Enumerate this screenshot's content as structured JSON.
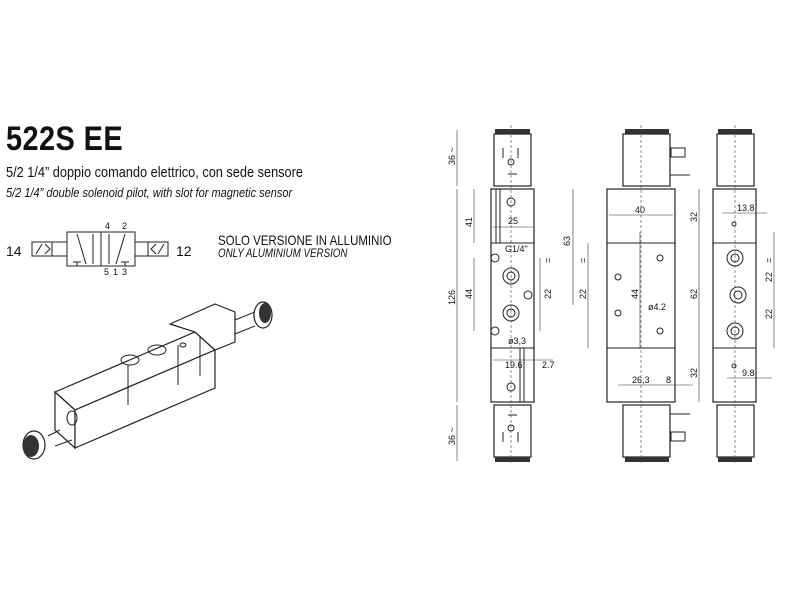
{
  "header": {
    "title": "522S EE",
    "subtitle_it": "5/2 1/4” doppio comando elettrico, con sede sensore",
    "subtitle_en": "5/2 1/4” double solenoid pilot, with slot for magnetic sensor"
  },
  "symbol": {
    "port_left": "14",
    "port_right": "12",
    "top_ports": [
      "4",
      "2"
    ],
    "bottom_ports": [
      "5",
      "1",
      "3"
    ]
  },
  "note": {
    "it": "SOLO VERSIONE IN ALLUMINIO",
    "en": "ONLY ALUMINIUM VERSION"
  },
  "dimensions": {
    "left_view": {
      "coil_top": "36 ~",
      "coil_bottom": "36 ~",
      "total_length": "126",
      "d41": "41",
      "d44": "44",
      "d25": "25",
      "d63": "63",
      "thread": "G1/4\"",
      "d22": "22",
      "hole": "ø3,3",
      "d19_6": "19.6",
      "d2_7": "2.7",
      "eq": "="
    },
    "middle_view": {
      "d40": "40",
      "d32_top": "32",
      "d22": "22",
      "d44": "44",
      "d62": "62",
      "hole": "ø4.2",
      "d26_3": "26,3",
      "d8": "8",
      "d32_bottom": "32",
      "eq": "="
    },
    "right_view": {
      "d13_8": "13.8",
      "d22_a": "22",
      "d22_b": "22",
      "d9_8": "9.8",
      "eq": "="
    }
  }
}
